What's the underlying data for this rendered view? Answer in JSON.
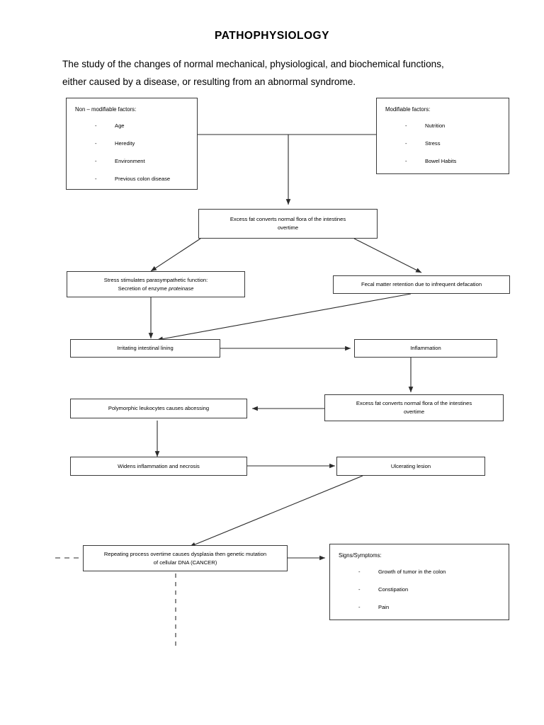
{
  "document": {
    "title": "PATHOPHYSIOLOGY",
    "intro_line1": "The study of the changes of normal mechanical, physiological, and biochemical functions,",
    "intro_line2": "either caused by a disease, or resulting from an abnormal syndrome."
  },
  "nodes": {
    "non_modifiable": {
      "header": "Non – modifiable factors:",
      "items": [
        "Age",
        "Heredity",
        "Environment",
        "Previous colon disease"
      ],
      "bullet": "-"
    },
    "modifiable": {
      "header": "Modifiable factors:",
      "items": [
        "Nutrition",
        "Stress",
        "Bowel Habits"
      ],
      "bullet": "-"
    },
    "excess_fat_1": {
      "line1": "Excess fat converts normal flora of the intestines",
      "line2": "overtime"
    },
    "stress_parasympathetic": {
      "line1": "Stress stimulates parasympathetic function:",
      "line2_prefix": "Secretion of enzyme ",
      "line2_italic": "proteinase"
    },
    "fecal_retention": {
      "label": "Fecal matter retention due to infrequent defacation"
    },
    "irritating_lining": {
      "label": "Irritating intestinal lining"
    },
    "inflammation": {
      "label": "Inflammation"
    },
    "excess_fat_2": {
      "line1": "Excess fat converts normal flora of the intestines",
      "line2": "overtime"
    },
    "polymorphic_leukocytes": {
      "label": "Polymorphic leukocytes causes abcessing"
    },
    "widens_inflammation": {
      "label": "Widens inflammation and necrosis"
    },
    "ulcerating_lesion": {
      "label": "Ulcerating lesion"
    },
    "cancer": {
      "line1": "Repeating process overtime causes dysplasia then genetic mutation",
      "line2": "of cellular DNA (CANCER)"
    },
    "signs_symptoms": {
      "header": "Signs/Symptoms:",
      "items": [
        "Growth of tumor in the colon",
        "Constipation",
        "Pain"
      ],
      "bullet": "-"
    }
  },
  "colors": {
    "box_border": "#3a3a3a",
    "line": "#2b2b2b",
    "background": "#ffffff",
    "text": "#000000"
  },
  "chart_data": {
    "type": "diagram",
    "title": "PATHOPHYSIOLOGY",
    "flow": [
      {
        "from": "non_modifiable",
        "to": "excess_fat_1",
        "style": "solid",
        "arrow": true
      },
      {
        "from": "modifiable",
        "to": "excess_fat_1",
        "style": "solid",
        "arrow": true
      },
      {
        "from": "excess_fat_1",
        "to": "stress_parasympathetic",
        "style": "solid",
        "arrow": true
      },
      {
        "from": "excess_fat_1",
        "to": "fecal_retention",
        "style": "solid",
        "arrow": true
      },
      {
        "from": "stress_parasympathetic",
        "to": "irritating_lining",
        "style": "solid",
        "arrow": true
      },
      {
        "from": "fecal_retention",
        "to": "irritating_lining",
        "style": "solid",
        "arrow": true
      },
      {
        "from": "irritating_lining",
        "to": "inflammation",
        "style": "solid",
        "arrow": true
      },
      {
        "from": "inflammation",
        "to": "excess_fat_2",
        "style": "solid",
        "arrow": true
      },
      {
        "from": "excess_fat_2",
        "to": "polymorphic_leukocytes",
        "style": "solid",
        "arrow": true
      },
      {
        "from": "polymorphic_leukocytes",
        "to": "widens_inflammation",
        "style": "solid",
        "arrow": true
      },
      {
        "from": "widens_inflammation",
        "to": "ulcerating_lesion",
        "style": "solid",
        "arrow": true
      },
      {
        "from": "ulcerating_lesion",
        "to": "cancer",
        "style": "solid",
        "arrow": true
      },
      {
        "from": "cancer",
        "to": "signs_symptoms",
        "style": "solid",
        "arrow": true
      },
      {
        "from": "external-left",
        "to": "cancer",
        "style": "dashed",
        "arrow": false
      },
      {
        "from": "cancer",
        "to": "external-below",
        "style": "dashed",
        "arrow": false
      }
    ]
  }
}
